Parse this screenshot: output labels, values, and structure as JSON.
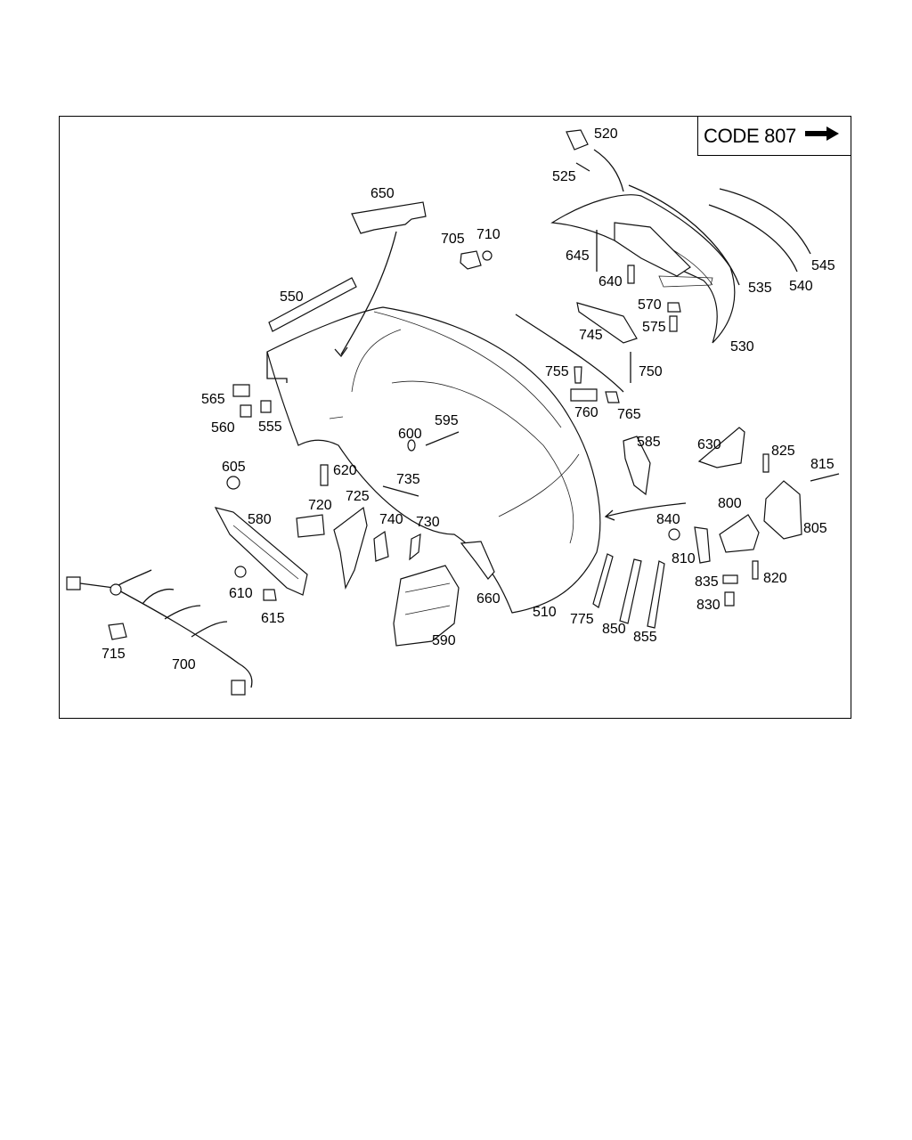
{
  "code_box": {
    "label": "CODE 807",
    "arrow_icon": "right-arrow-icon"
  },
  "callouts": [
    "520",
    "525",
    "650",
    "705",
    "710",
    "645",
    "640",
    "545",
    "535",
    "540",
    "570",
    "575",
    "530",
    "550",
    "745",
    "565",
    "560",
    "555",
    "755",
    "750",
    "760",
    "765",
    "595",
    "600",
    "585",
    "630",
    "825",
    "815",
    "605",
    "620",
    "735",
    "720",
    "725",
    "580",
    "740",
    "730",
    "840",
    "800",
    "805",
    "810",
    "820",
    "835",
    "830",
    "610",
    "615",
    "660",
    "510",
    "775",
    "850",
    "855",
    "590",
    "715",
    "700"
  ],
  "colors": {
    "line": "#111111",
    "background": "#ffffff"
  }
}
